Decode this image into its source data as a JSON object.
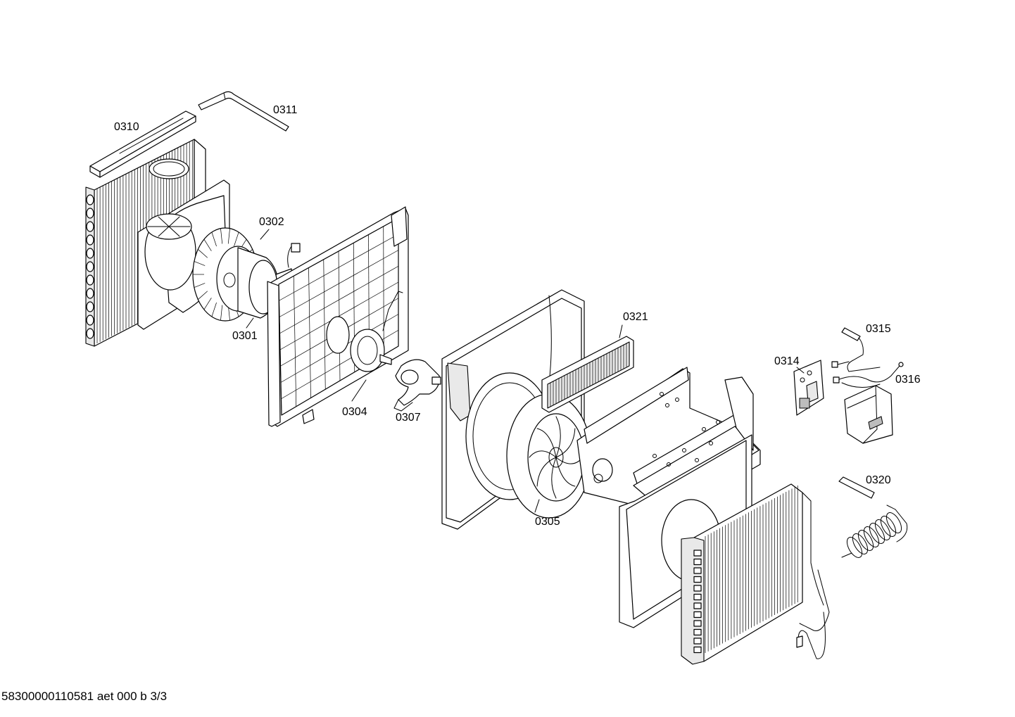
{
  "callouts": {
    "c0301": "0301",
    "c0302": "0302",
    "c0304": "0304",
    "c0305": "0305",
    "c0307": "0307",
    "c0310": "0310",
    "c0311": "0311",
    "c0314": "0314",
    "c0315": "0315",
    "c0316": "0316",
    "c0320": "0320",
    "c0321": "0321"
  },
  "footer": {
    "text": "58300000110581 aet 000 b 3/3"
  }
}
